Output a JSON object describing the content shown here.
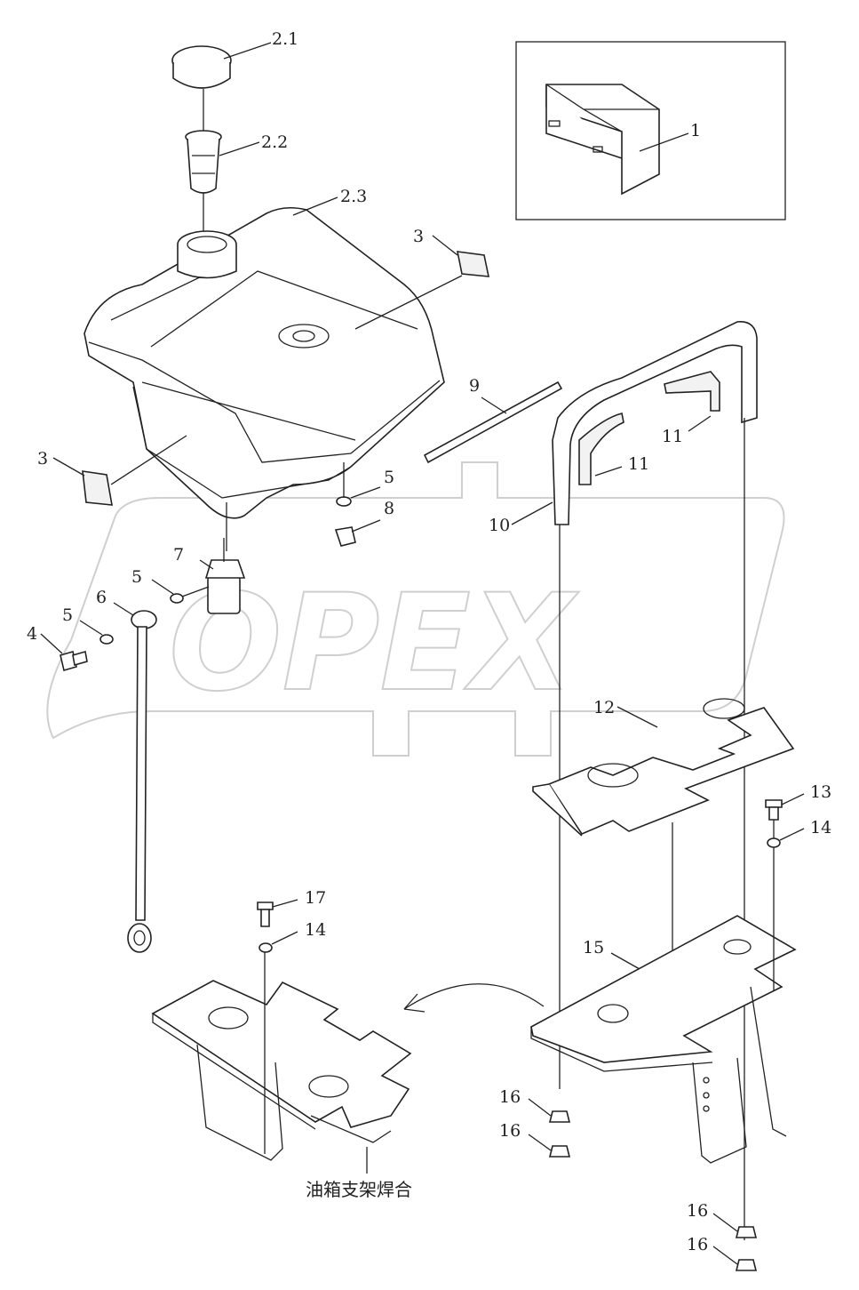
{
  "watermark": "OPEX",
  "caption": "油箱支架焊合",
  "callouts": {
    "c1": "1",
    "c2_1": "2.1",
    "c2_2": "2.2",
    "c2_3": "2.3",
    "c3a": "3",
    "c3b": "3",
    "c4": "4",
    "c5a": "5",
    "c5b": "5",
    "c5c": "5",
    "c6": "6",
    "c7": "7",
    "c8": "8",
    "c9": "9",
    "c10": "10",
    "c11a": "11",
    "c11b": "11",
    "c12": "12",
    "c13": "13",
    "c14a": "14",
    "c14b": "14",
    "c15": "15",
    "c16a": "16",
    "c16b": "16",
    "c16c": "16",
    "c16d": "16",
    "c17": "17"
  }
}
